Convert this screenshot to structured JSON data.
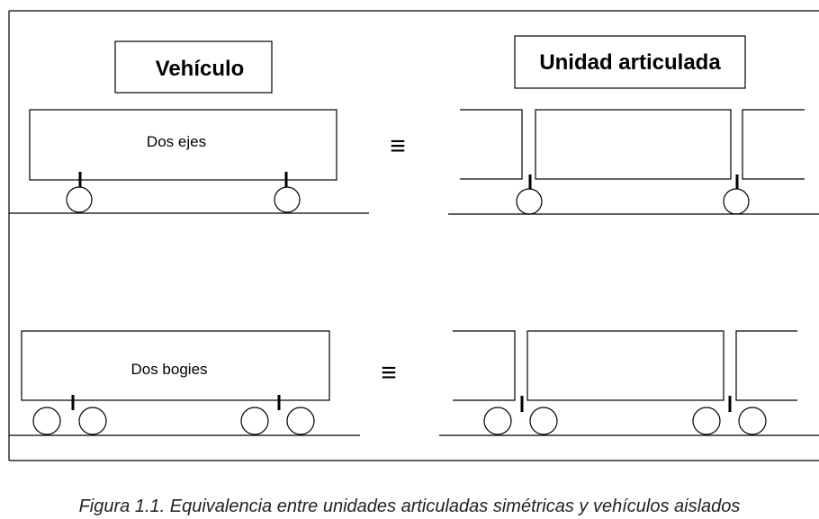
{
  "headers": {
    "left": "Vehículo",
    "right": "Unidad articulada"
  },
  "rows": [
    {
      "vehicle_label": "Dos ejes",
      "equivalence_symbol": "≡"
    },
    {
      "vehicle_label": "Dos bogies",
      "equivalence_symbol": "≡"
    }
  ],
  "caption": "Figura 1.1. Equivalencia entre unidades articuladas simétricas y vehículos aislados"
}
